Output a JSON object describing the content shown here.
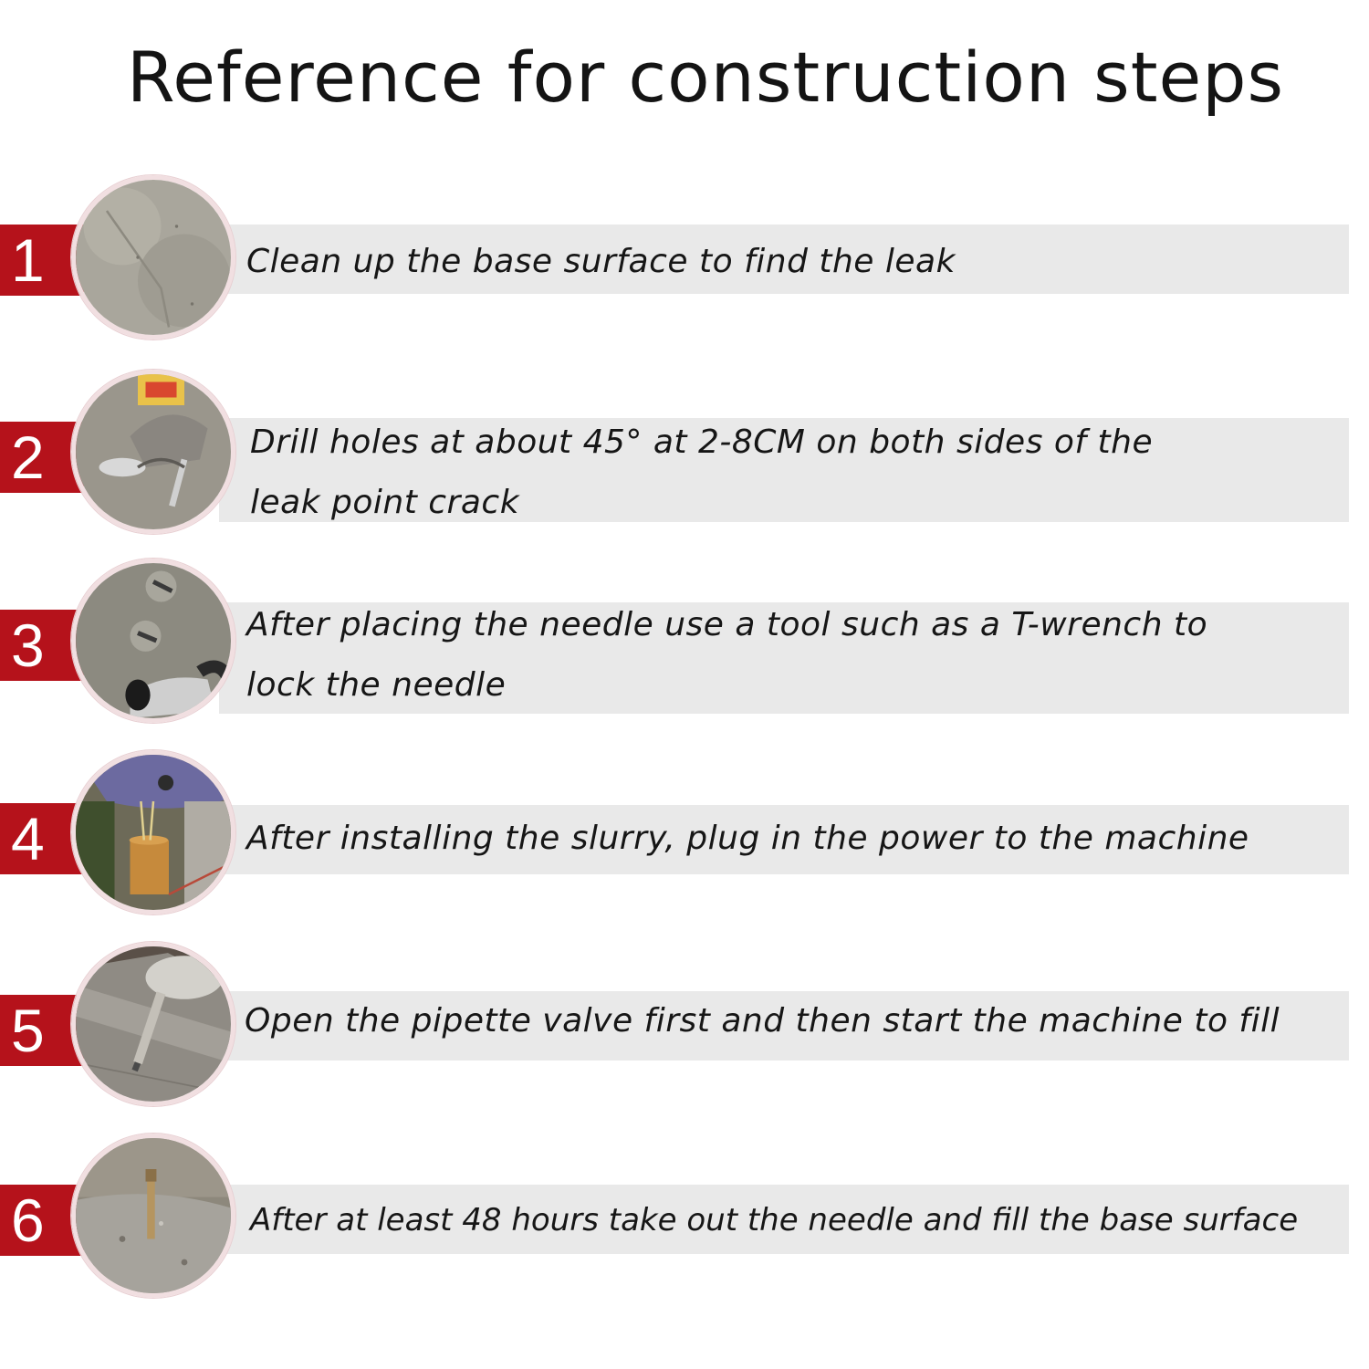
{
  "title": "Reference for construction steps",
  "steps": [
    {
      "number": "1",
      "text": "Clean up the base surface to find the leak",
      "photo_icon": "concrete-surface-icon"
    },
    {
      "number": "2",
      "text": "Drill holes at about 45° at 2-8CM on both sides of the leak point crack",
      "photo_icon": "drill-icon"
    },
    {
      "number": "3",
      "text": "After placing the needle use a tool such as a T-wrench to lock the needle",
      "photo_icon": "wrench-icon"
    },
    {
      "number": "4",
      "text": "After installing the slurry, plug in the power to the machine",
      "photo_icon": "grouting-machine-icon"
    },
    {
      "number": "5",
      "text": "Open the pipette valve first and then start the machine to fill",
      "photo_icon": "injection-nozzle-icon"
    },
    {
      "number": "6",
      "text": "After at least 48 hours take out the needle and fill the base surface",
      "photo_icon": "needle-in-concrete-icon"
    }
  ],
  "colors": {
    "accent": "#b5121b",
    "bar": "#e9e9e9",
    "text": "#161616"
  }
}
